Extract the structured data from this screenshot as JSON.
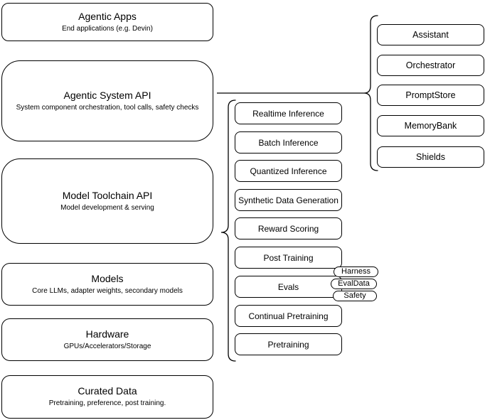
{
  "diagram": {
    "layers": [
      {
        "title": "Agentic Apps",
        "subtitle": "End applications (e.g. Devin)"
      },
      {
        "title": "Agentic System API",
        "subtitle": "System component orchestration, tool calls, safety checks"
      },
      {
        "title": "Model Toolchain API",
        "subtitle": "Model development & serving"
      },
      {
        "title": "Models",
        "subtitle": "Core LLMs, adapter weights, secondary models"
      },
      {
        "title": "Hardware",
        "subtitle": "GPUs/Accelerators/Storage"
      },
      {
        "title": "Curated Data",
        "subtitle": "Pretraining, preference, post training."
      }
    ],
    "toolchain": {
      "items": [
        "Realtime Inference",
        "Batch Inference",
        "Quantized Inference",
        "Synthetic Data Generation",
        "Reward Scoring",
        "Post Training",
        "Evals",
        "Continual Pretraining",
        "Pretraining"
      ]
    },
    "evals_tags": {
      "items": [
        "Harness",
        "EvalData",
        "Safety"
      ]
    },
    "system_components": {
      "items": [
        "Assistant",
        "Orchestrator",
        "PromptStore",
        "MemoryBank",
        "Shields"
      ]
    },
    "colors": {
      "stroke": "#000000",
      "background": "#ffffff",
      "text": "#000000"
    }
  }
}
